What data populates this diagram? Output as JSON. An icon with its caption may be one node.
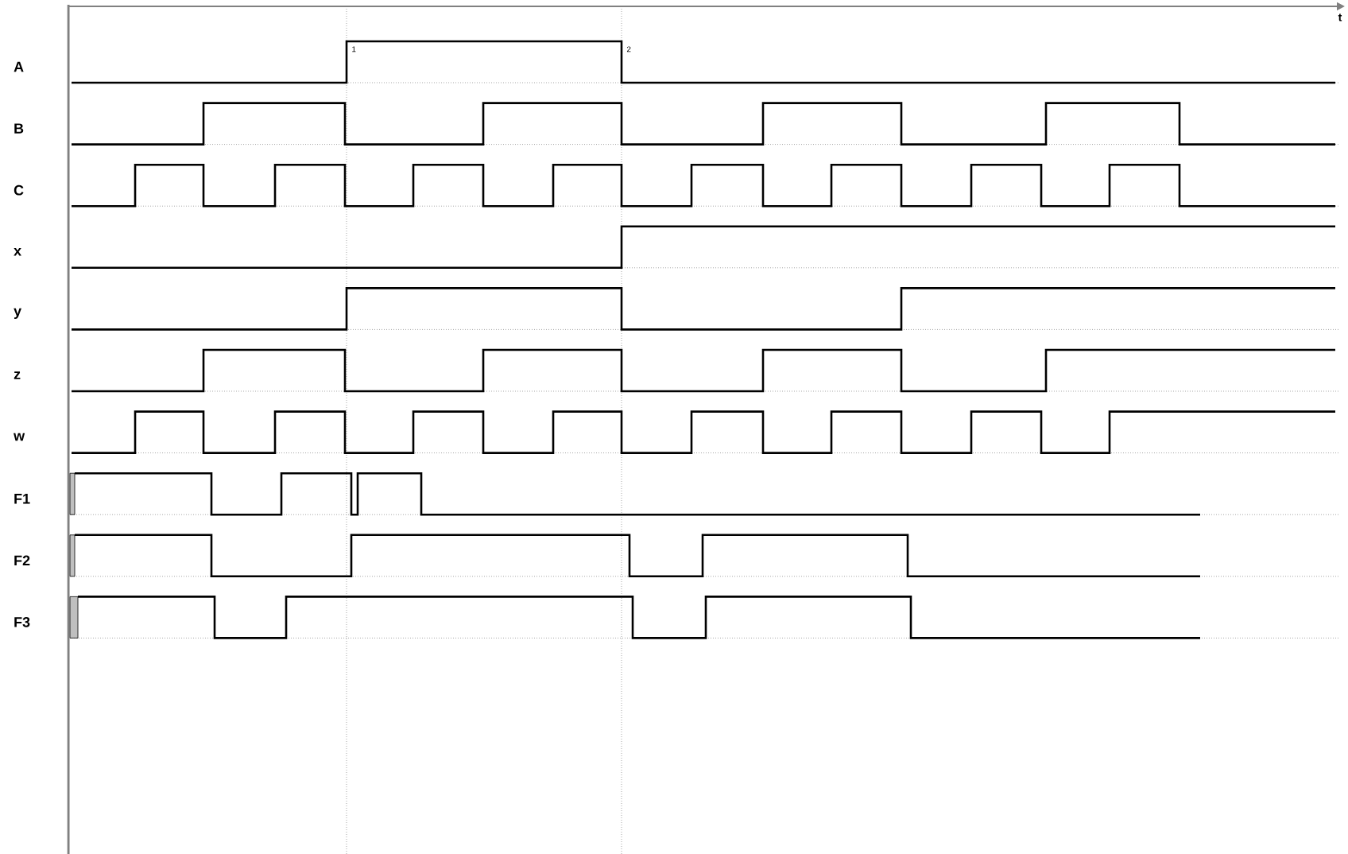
{
  "diagram": {
    "labels": [
      "t",
      "A",
      "1",
      "2",
      "B",
      "C",
      "x",
      "y",
      "z",
      "w",
      "F1",
      "F2",
      "F3"
    ]
  }
}
